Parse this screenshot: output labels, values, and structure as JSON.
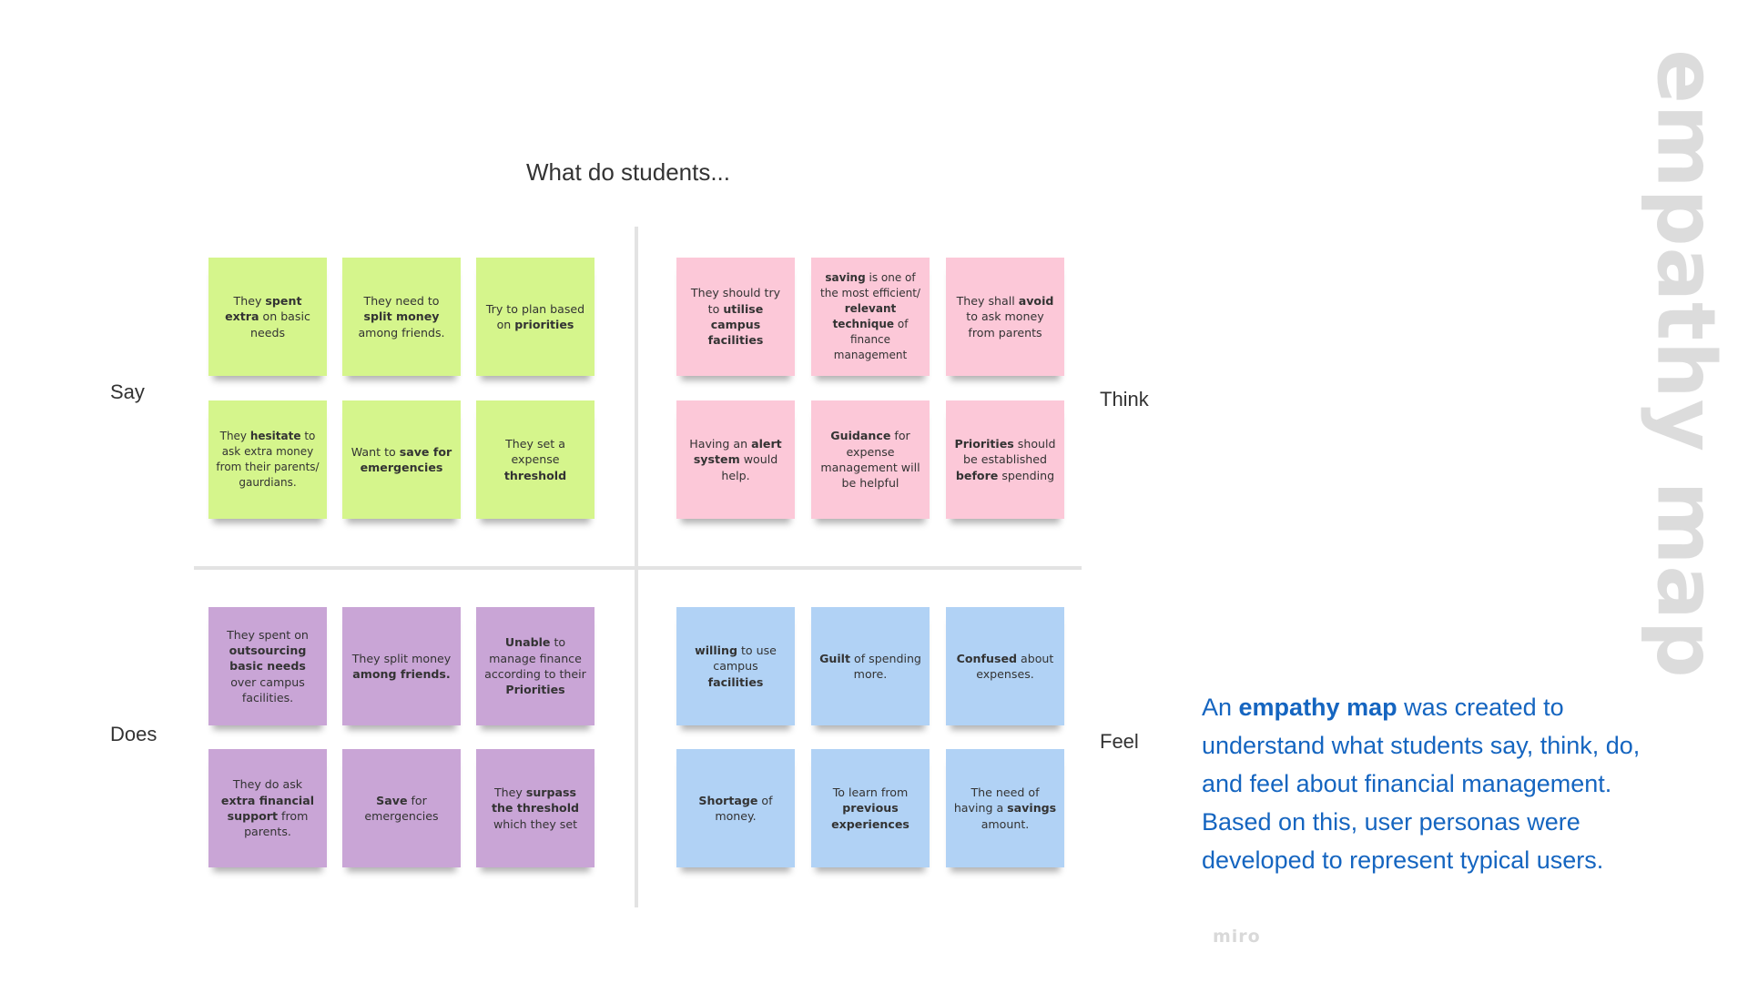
{
  "header": {
    "question": "What do students..."
  },
  "side_title": "empathy map",
  "quadrants": {
    "say": "Say",
    "think": "Think",
    "does": "Does",
    "feel": "Feel"
  },
  "colors": {
    "say": "#d5f58c",
    "think": "#fcc8d8",
    "does": "#c9a5d6",
    "feel": "#b1d2f5",
    "accent": "#1565c0"
  },
  "notes": {
    "say": [
      [
        {
          "t": "They "
        },
        {
          "t": "spent extra",
          "b": true
        },
        {
          "t": " on basic needs"
        }
      ],
      [
        {
          "t": "They need to "
        },
        {
          "t": "split money",
          "b": true
        },
        {
          "t": " among friends."
        }
      ],
      [
        {
          "t": "Try to plan based on "
        },
        {
          "t": "priorities",
          "b": true
        }
      ],
      [
        {
          "t": "They "
        },
        {
          "t": "hesitate",
          "b": true
        },
        {
          "t": " to ask extra money from their parents/ gaurdians."
        }
      ],
      [
        {
          "t": "Want to "
        },
        {
          "t": "save for emergencies",
          "b": true
        }
      ],
      [
        {
          "t": "They set a expense "
        },
        {
          "t": "threshold",
          "b": true
        }
      ]
    ],
    "think": [
      [
        {
          "t": "They should try to "
        },
        {
          "t": "utilise campus facilities",
          "b": true
        }
      ],
      [
        {
          "t": "saving",
          "b": true
        },
        {
          "t": " is one of the most efficient/ "
        },
        {
          "t": "relevant technique",
          "b": true
        },
        {
          "t": " of finance management"
        }
      ],
      [
        {
          "t": "They shall "
        },
        {
          "t": "avoid",
          "b": true
        },
        {
          "t": " to ask money from parents"
        }
      ],
      [
        {
          "t": "Having an "
        },
        {
          "t": "alert system",
          "b": true
        },
        {
          "t": " would help."
        }
      ],
      [
        {
          "t": "Guidance",
          "b": true
        },
        {
          "t": " for expense management will be helpful"
        }
      ],
      [
        {
          "t": "Priorities",
          "b": true
        },
        {
          "t": " should be established "
        },
        {
          "t": "before",
          "b": true
        },
        {
          "t": " spending"
        }
      ]
    ],
    "does": [
      [
        {
          "t": "They spent on "
        },
        {
          "t": "outsourcing basic needs",
          "b": true
        },
        {
          "t": " over campus facilities."
        }
      ],
      [
        {
          "t": "They  split money "
        },
        {
          "t": "among friends.",
          "b": true
        }
      ],
      [
        {
          "t": "Unable",
          "b": true
        },
        {
          "t": " to manage finance according to their "
        },
        {
          "t": "Priorities",
          "b": true
        }
      ],
      [
        {
          "t": "They do ask "
        },
        {
          "t": "extra financial support",
          "b": true
        },
        {
          "t": " from parents."
        }
      ],
      [
        {
          "t": "Save",
          "b": true
        },
        {
          "t": " for emergencies"
        }
      ],
      [
        {
          "t": "They "
        },
        {
          "t": "surpass the threshold",
          "b": true
        },
        {
          "t": " which they set"
        }
      ]
    ],
    "feel": [
      [
        {
          "t": "willing",
          "b": true
        },
        {
          "t": " to use campus "
        },
        {
          "t": "facilities",
          "b": true
        }
      ],
      [
        {
          "t": "Guilt",
          "b": true
        },
        {
          "t": " of spending more."
        }
      ],
      [
        {
          "t": "Confused",
          "b": true
        },
        {
          "t": " about expenses."
        }
      ],
      [
        {
          "t": "Shortage",
          "b": true
        },
        {
          "t": " of money."
        }
      ],
      [
        {
          "t": "To learn from "
        },
        {
          "t": "previous experiences",
          "b": true
        }
      ],
      [
        {
          "t": "The need of having a "
        },
        {
          "t": "savings",
          "b": true
        },
        {
          "t": " amount."
        }
      ]
    ]
  },
  "description": [
    {
      "t": "An "
    },
    {
      "t": "empathy map",
      "b": true
    },
    {
      "t": " was created to understand what students say, think, do, and feel about financial management. Based on this, user personas were developed to represent typical users."
    }
  ],
  "logo": "miro"
}
